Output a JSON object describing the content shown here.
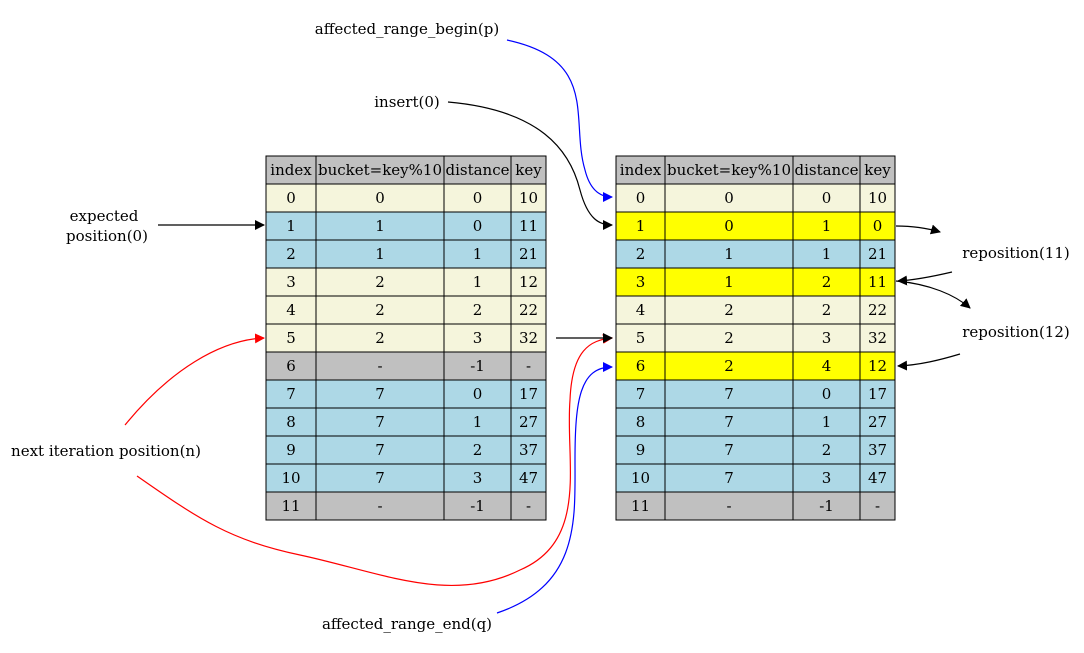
{
  "colors": {
    "header": "#c0c0c0",
    "empty": "#c0c0c0",
    "beige": "#f5f5dc",
    "blue": "#add8e6",
    "highlight": "#ffff00",
    "edge_black": "#000000",
    "edge_blue": "#0000ff",
    "edge_red": "#ff0000"
  },
  "tables": [
    {
      "id": "before",
      "columns": [
        "index",
        "bucket=key%10",
        "distance",
        "key"
      ],
      "rows": [
        {
          "cells": [
            "0",
            "0",
            "0",
            "10"
          ],
          "color": "beige"
        },
        {
          "cells": [
            "1",
            "1",
            "0",
            "11"
          ],
          "color": "blue"
        },
        {
          "cells": [
            "2",
            "1",
            "1",
            "21"
          ],
          "color": "blue"
        },
        {
          "cells": [
            "3",
            "2",
            "1",
            "12"
          ],
          "color": "beige"
        },
        {
          "cells": [
            "4",
            "2",
            "2",
            "22"
          ],
          "color": "beige"
        },
        {
          "cells": [
            "5",
            "2",
            "3",
            "32"
          ],
          "color": "beige"
        },
        {
          "cells": [
            "6",
            "-",
            "-1",
            "-"
          ],
          "color": "empty"
        },
        {
          "cells": [
            "7",
            "7",
            "0",
            "17"
          ],
          "color": "blue"
        },
        {
          "cells": [
            "8",
            "7",
            "1",
            "27"
          ],
          "color": "blue"
        },
        {
          "cells": [
            "9",
            "7",
            "2",
            "37"
          ],
          "color": "blue"
        },
        {
          "cells": [
            "10",
            "7",
            "3",
            "47"
          ],
          "color": "blue"
        },
        {
          "cells": [
            "11",
            "-",
            "-1",
            "-"
          ],
          "color": "empty"
        }
      ]
    },
    {
      "id": "after",
      "columns": [
        "index",
        "bucket=key%10",
        "distance",
        "key"
      ],
      "rows": [
        {
          "cells": [
            "0",
            "0",
            "0",
            "10"
          ],
          "color": "beige"
        },
        {
          "cells": [
            "1",
            "0",
            "1",
            "0"
          ],
          "color": "highlight"
        },
        {
          "cells": [
            "2",
            "1",
            "1",
            "21"
          ],
          "color": "blue"
        },
        {
          "cells": [
            "3",
            "1",
            "2",
            "11"
          ],
          "color": "highlight"
        },
        {
          "cells": [
            "4",
            "2",
            "2",
            "22"
          ],
          "color": "beige"
        },
        {
          "cells": [
            "5",
            "2",
            "3",
            "32"
          ],
          "color": "beige"
        },
        {
          "cells": [
            "6",
            "2",
            "4",
            "12"
          ],
          "color": "highlight"
        },
        {
          "cells": [
            "7",
            "7",
            "0",
            "17"
          ],
          "color": "blue"
        },
        {
          "cells": [
            "8",
            "7",
            "1",
            "27"
          ],
          "color": "blue"
        },
        {
          "cells": [
            "9",
            "7",
            "2",
            "37"
          ],
          "color": "blue"
        },
        {
          "cells": [
            "10",
            "7",
            "3",
            "47"
          ],
          "color": "blue"
        },
        {
          "cells": [
            "11",
            "-",
            "-1",
            "-"
          ],
          "color": "empty"
        }
      ]
    }
  ],
  "labels": {
    "affected_begin": "affected_range_begin(p)",
    "insert": "insert(0)",
    "expected_line1": "expected",
    "expected_line2": "position(0)",
    "next_iteration": "next iteration position(n)",
    "affected_end": "affected_range_end(q)",
    "reposition_11": "reposition(11)",
    "reposition_12": "reposition(12)"
  }
}
